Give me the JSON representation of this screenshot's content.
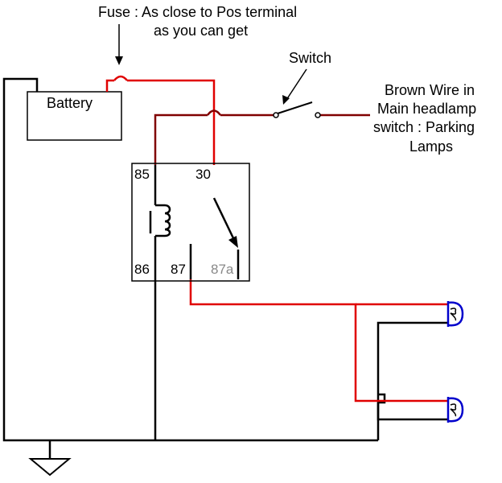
{
  "labels": {
    "fuse_line1": "Fuse : As close to Pos terminal",
    "fuse_line2": "as you can get",
    "switch": "Switch",
    "battery": "Battery",
    "brown_line1": "Brown Wire in",
    "brown_line2": "Main headlamp",
    "brown_line3": "switch : Parking",
    "brown_line4": "Lamps"
  },
  "relay_pins": {
    "p85": "85",
    "p30": "30",
    "p86": "86",
    "p87": "87",
    "p87a": "87a"
  },
  "colors": {
    "black_wire": "#000000",
    "positive_wire": "#e00000",
    "switched_wire": "#800000",
    "lamp": "#0000cc",
    "pin_87a_text": "#888888"
  }
}
